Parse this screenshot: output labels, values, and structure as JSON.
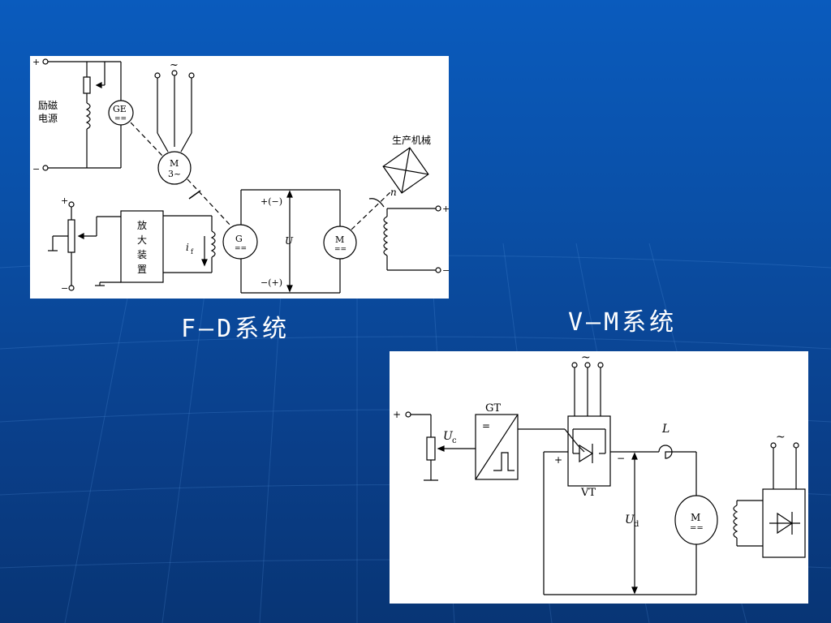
{
  "captions": {
    "fd_system": "F—D系统",
    "vm_system": "V—M系统"
  },
  "fd_diagram": {
    "plus": "+",
    "minus": "−",
    "excitation_source": [
      "励磁",
      "电源"
    ],
    "ge_label": "GE",
    "ge_sub": "==",
    "ac_symbol": "~",
    "motor3_top": "M",
    "motor3_bottom": "3~",
    "amplifier": [
      "放",
      "大",
      "装",
      "置"
    ],
    "if_main": "i",
    "if_sub": "f",
    "g_label": "G",
    "g_sub": "==",
    "u_top": "+(−)",
    "u_bottom": "−(+)",
    "u_label": "U",
    "m_label": "M",
    "m_sub": "==",
    "machinery": "生产机械",
    "speed": "n"
  },
  "vm_diagram": {
    "plus": "+",
    "uc_main": "U",
    "uc_sub": "c",
    "gt_label": "GT",
    "gt_eq": "=",
    "ac_symbol": "~",
    "vt_label": "VT",
    "vt_plus": "+",
    "vt_minus": "−",
    "l_label": "L",
    "ud_main": "U",
    "ud_sub": "d",
    "m_label": "M",
    "m_sub": "=="
  }
}
